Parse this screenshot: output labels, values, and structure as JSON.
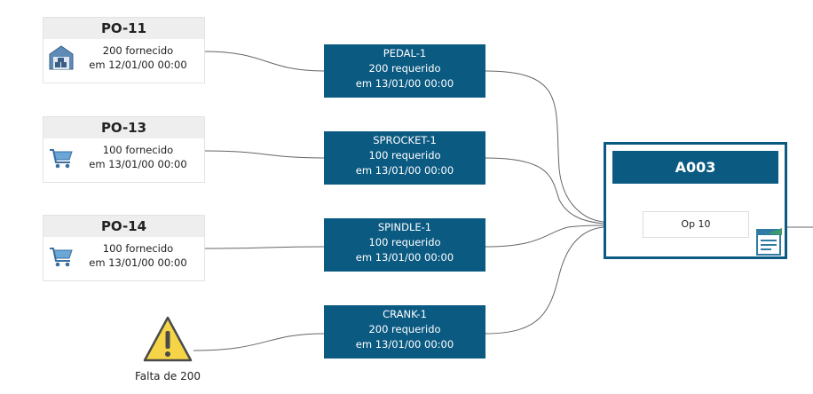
{
  "colors": {
    "primary": "#0b5a82",
    "header_gray": "#eeeeee",
    "warning": "#f5d547",
    "link": "#666666"
  },
  "purchase_orders": [
    {
      "id": "PO-11",
      "line1": "200 fornecido",
      "line2": "em 12/01/00 00:00",
      "icon": "warehouse-icon"
    },
    {
      "id": "PO-13",
      "line1": "100 fornecido",
      "line2": "em 13/01/00 00:00",
      "icon": "shopping-cart-icon"
    },
    {
      "id": "PO-14",
      "line1": "100 fornecido",
      "line2": "em 13/01/00 00:00",
      "icon": "shopping-cart-icon"
    }
  ],
  "shortage": {
    "label": "Falta de 200",
    "icon": "warning-icon"
  },
  "requirements": [
    {
      "part": "PEDAL-1",
      "qty": "200 requerido",
      "date": "em 13/01/00 00:00"
    },
    {
      "part": "SPROCKET-1",
      "qty": "100 requerido",
      "date": "em 13/01/00 00:00"
    },
    {
      "part": "SPINDLE-1",
      "qty": "100 requerido",
      "date": "em 13/01/00 00:00"
    },
    {
      "part": "CRANK-1",
      "qty": "200 requerido",
      "date": "em 13/01/00 00:00"
    }
  ],
  "operation": {
    "title": "A003",
    "op_label": "Op 10",
    "icon": "document-icon"
  }
}
